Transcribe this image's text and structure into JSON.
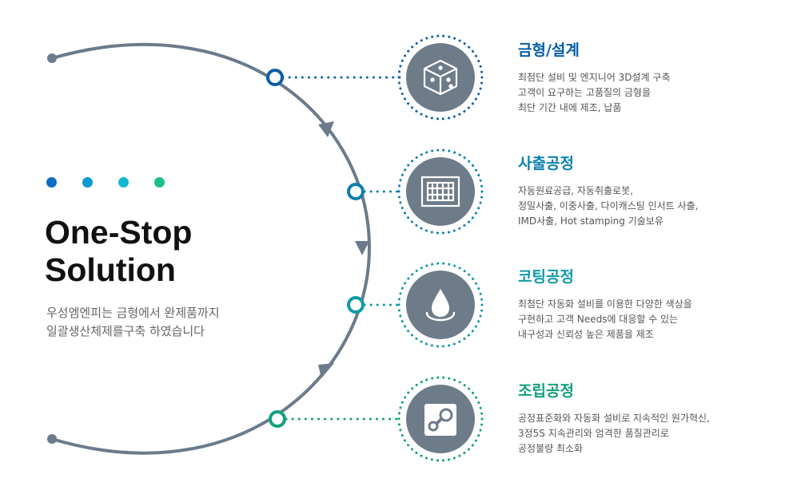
{
  "headline": {
    "line1": "One-Stop",
    "line2": "Solution",
    "desc_line1": "우성엠엔피는 금형에서 완제품까지",
    "desc_line2": "일괄생산체제를구축 하였습니다"
  },
  "colors": {
    "arc": "#6b7b8c",
    "icon_bg": "#6e7b89",
    "dots": [
      "#0b6fc1",
      "#0b97d2",
      "#16b7cf",
      "#1dbf8b"
    ]
  },
  "steps": [
    {
      "title": "금형/설계",
      "icon": "cube-icon",
      "color": "#0a5ea8",
      "lines": [
        "최첨단 설비 및 엔지니어 3D설계 구축",
        "고객이 요구하는 고품질의 금형을",
        "최단 기간 내에 제조, 납품"
      ]
    },
    {
      "title": "사출공정",
      "icon": "mold-frame-icon",
      "color": "#0b7fb0",
      "lines": [
        "자동원료공급, 자동취출로봇,",
        "정밀사출, 이중사출, 다이캐스팅 인서트 사출,",
        "IMD사출, Hot stamping 기술보유"
      ]
    },
    {
      "title": "코팅공정",
      "icon": "drop-icon",
      "color": "#0f9aa8",
      "lines": [
        "최첨단 자동화 설비를 이용한 다양한 색상을",
        "구현하고 고객 Needs에 대응할 수 있는",
        "내구성과 신뢰성 높은 제품을 제조"
      ]
    },
    {
      "title": "조립공정",
      "icon": "assembly-icon",
      "color": "#12a07e",
      "lines": [
        "공정표준화와 자동화 설비로 지속적인 원가혁신,",
        "3정5S 지속관리와 엄격한 품질관리로",
        "공정불량 최소화"
      ]
    }
  ]
}
